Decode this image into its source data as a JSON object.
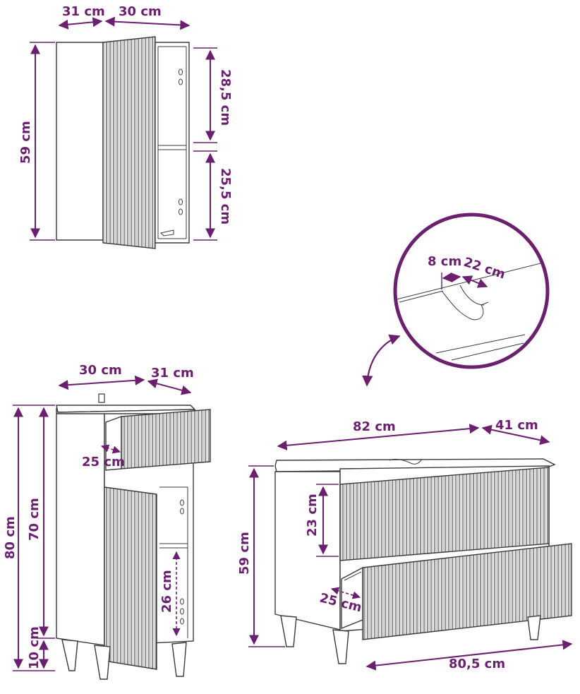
{
  "colors": {
    "accent": "#6a1f6f",
    "line": "#3a3a3a",
    "background": "#ffffff"
  },
  "wall_cabinet": {
    "depth": "31 cm",
    "width": "30 cm",
    "height": "59 cm",
    "upper_shelf": "28,5 cm",
    "lower_shelf": "25,5 cm"
  },
  "tall_cabinet": {
    "width": "30 cm",
    "depth": "31 cm",
    "height_total": "80 cm",
    "height_body": "70 cm",
    "drawer_depth": "25 cm",
    "shelf_height": "26 cm",
    "leg_height": "10 cm"
  },
  "detail": {
    "cutout_depth": "8 cm",
    "cutout_width": "22 cm"
  },
  "vanity": {
    "width": "82 cm",
    "depth": "41 cm",
    "height": "59 cm",
    "drawer_height": "23 cm",
    "drawer_depth": "25 cm",
    "front_width": "80,5 cm"
  },
  "icons": [
    "arrow-curved-icon",
    "dimension-arrow-icon",
    "hinge-icon"
  ]
}
